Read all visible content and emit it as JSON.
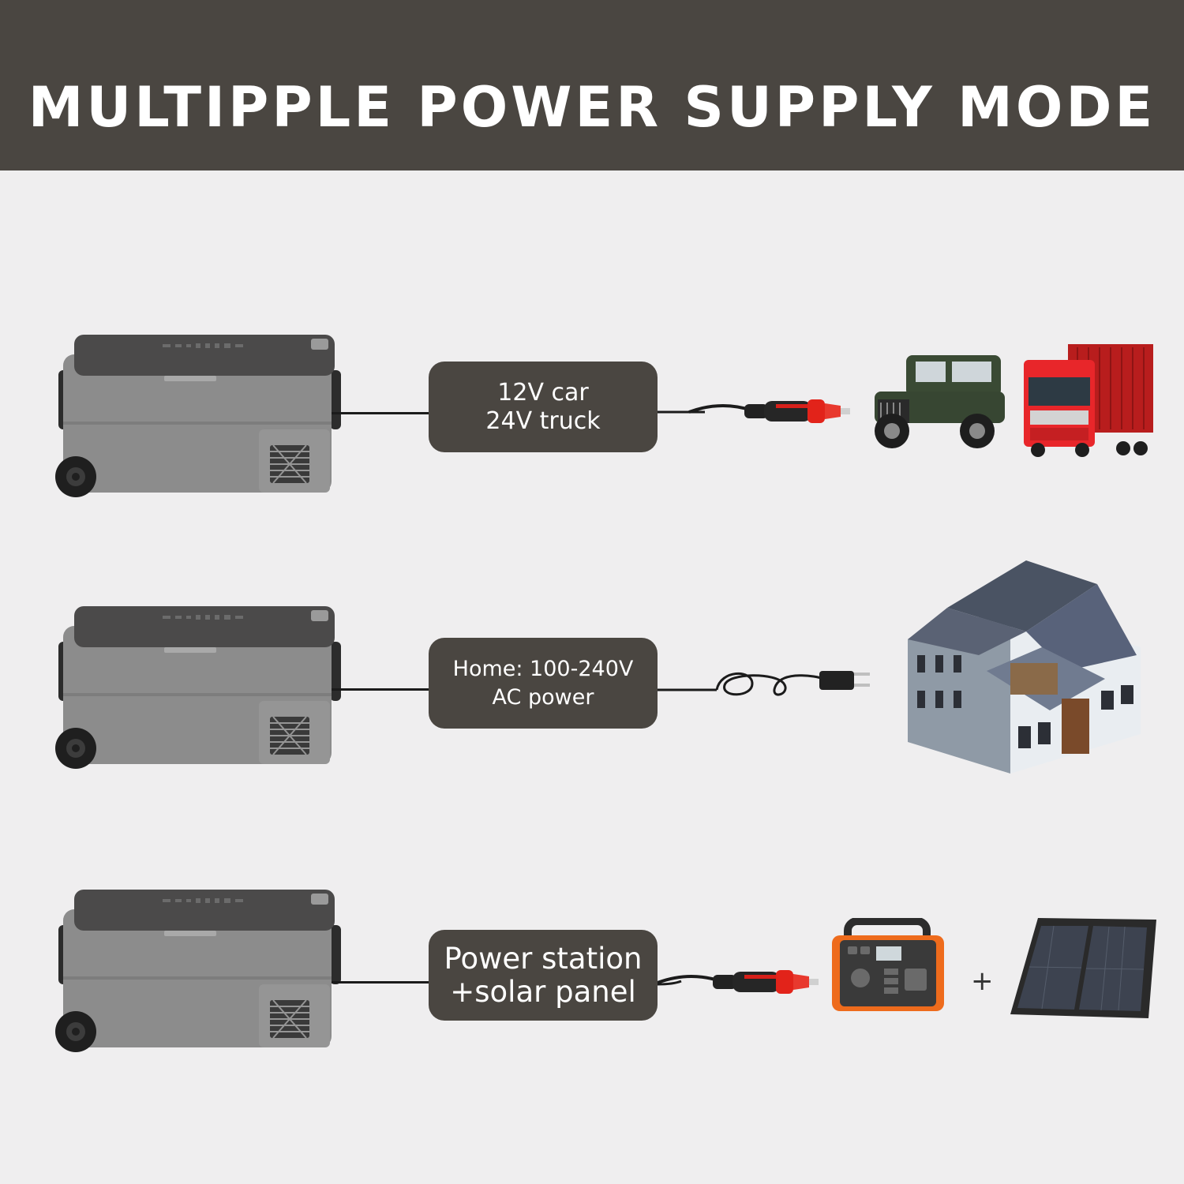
{
  "title": "MULTIPPLE POWER SUPPLY MODE",
  "modes": [
    {
      "line1": "12V car",
      "line2": "24V truck",
      "devices": [
        "car-jeep-icon",
        "red-truck-icon"
      ]
    },
    {
      "line1": "Home: 100-240V",
      "line2": "AC power",
      "devices": [
        "house-icon"
      ]
    },
    {
      "line1": "Power station",
      "line2": "+solar panel",
      "devices": [
        "power-station-icon",
        "solar-panel-icon"
      ],
      "joiner": "+"
    }
  ],
  "colors": {
    "banner": "#4a4641",
    "background": "#efeeef",
    "fridge_body": "#8c8c8c",
    "fridge_lid": "#4b4a4a",
    "plug_red": "#e2231a",
    "power_station_orange": "#ee6b1c"
  }
}
